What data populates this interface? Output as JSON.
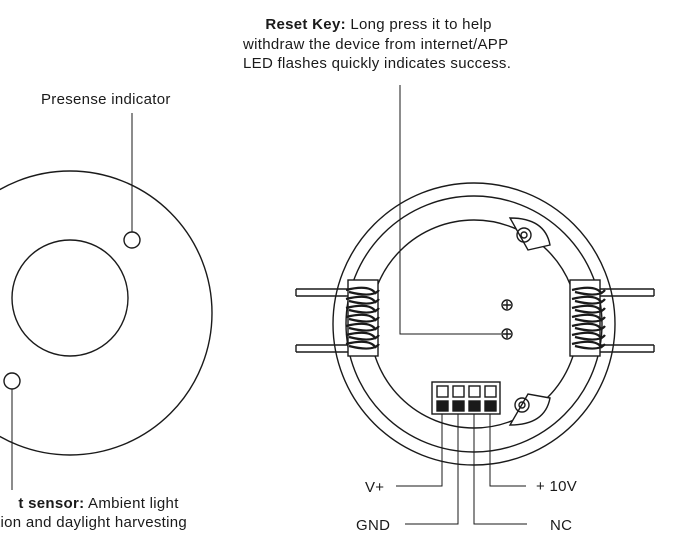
{
  "reset_key": {
    "title": "Reset Key:",
    "line1_rest": " Long press it to help",
    "line2": "withdraw the device from internet/APP",
    "line3": "LED flashes quickly indicates success."
  },
  "presence_indicator": {
    "label": "Presense indicator"
  },
  "light_sensor": {
    "title_fragment": "t sensor:",
    "line1_rest": " Ambient light",
    "line2": "tion and daylight harvesting"
  },
  "terminals": {
    "v_plus": "V+",
    "gnd": "GND",
    "plus_10v": "+ 10V",
    "nc": "NC"
  }
}
